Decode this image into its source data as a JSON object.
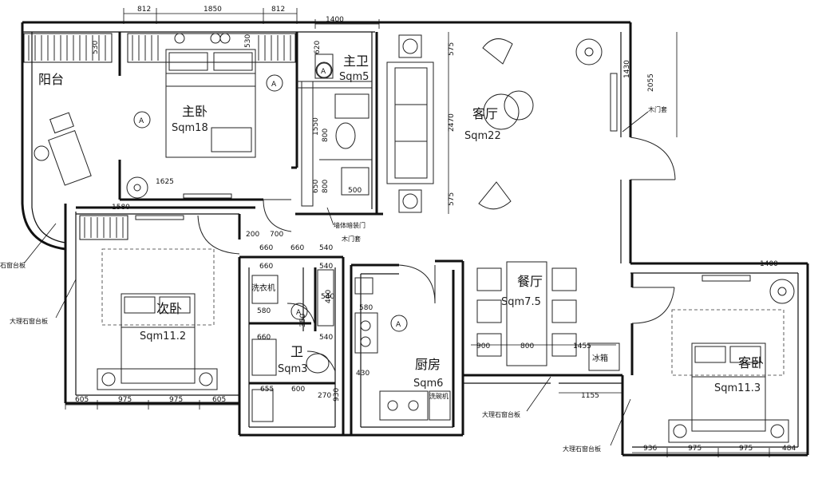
{
  "rooms": {
    "balcony": {
      "name": "阳台"
    },
    "master": {
      "name": "主卧",
      "area": "Sqm18"
    },
    "master_bath": {
      "name": "主卫",
      "area": "Sqm5"
    },
    "living": {
      "name": "客厅",
      "area": "Sqm22"
    },
    "second": {
      "name": "次卧",
      "area": "Sqm11.2"
    },
    "bath2": {
      "name": "卫",
      "area": "Sqm3"
    },
    "kitchen": {
      "name": "厨房",
      "area": "Sqm6"
    },
    "dining": {
      "name": "餐厅",
      "area": "Sqm7.5"
    },
    "guest": {
      "name": "客卧",
      "area": "Sqm11.3"
    }
  },
  "labels": {
    "washer": "洗衣机",
    "fridge": "冰箱",
    "sink": "洗碗机",
    "wood_door_cover": "木门套",
    "wood_door_cover2": "木门套",
    "hidden_door": "墙体暗装门",
    "marble_sill_left_1": "石窗台板",
    "marble_sill_left_2": "大理石窗台板",
    "marble_sill_mid": "大理石窗台板",
    "marble_sill_bottom": "大理石窗台板",
    "elev_a1": "A",
    "elev_a2": "A",
    "elev_a3": "A",
    "elev_a4": "A",
    "elev_a5": "A"
  },
  "dimensions": {
    "top_812a": "812",
    "top_1850": "1850",
    "top_812b": "812",
    "top_1400": "1400",
    "v_530": "530",
    "v_530b": "530",
    "v_620": "620",
    "v_575a": "575",
    "v_2470": "2470",
    "v_575b": "575",
    "v_1430": "1430",
    "v_2055": "2055",
    "v_1550": "1550",
    "v_800": "800",
    "v_650": "650",
    "v_800b": "800",
    "w_500": "500",
    "d_1625": "1625",
    "d_1580": "1580",
    "d_200": "200",
    "d_700": "700",
    "d_540a": "540",
    "d_660a": "660",
    "d_660b": "660",
    "d_540b": "540",
    "d_660c": "660",
    "d_540c": "540",
    "d_580": "580",
    "d_660d": "660",
    "d_540d": "540",
    "d_580b": "580",
    "d_430": "430",
    "d_655": "655",
    "d_600": "600",
    "d_270": "270",
    "d_930": "930",
    "d_350": "350",
    "d_400": "400",
    "d_900": "900",
    "d_800": "800",
    "d_1455": "1455",
    "d_1155": "1155",
    "d_1400r": "1400",
    "b_605a": "605",
    "b_975a": "975",
    "b_975b": "975",
    "b_605b": "605",
    "b_936": "936",
    "b_975c": "975",
    "b_975d": "975",
    "b_484": "484"
  }
}
